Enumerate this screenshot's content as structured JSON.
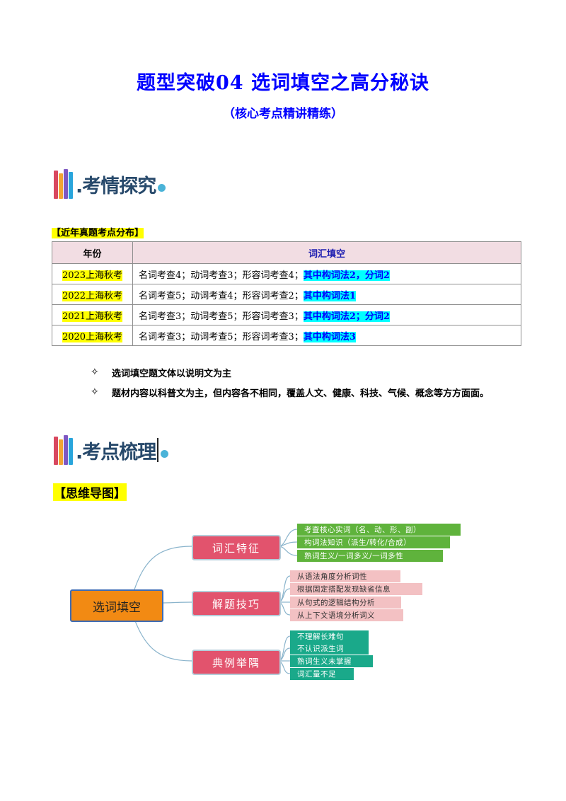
{
  "header": {
    "title": "题型突破04  选词填空之高分秘诀",
    "subtitle": "（核心考点精讲精练）"
  },
  "section1": {
    "heading": ".考情探究",
    "table_label": "【近年真题考点分布】",
    "columns": [
      "年份",
      "词汇填空"
    ],
    "rows": [
      {
        "year": "2023上海秋考",
        "plain": "名词考查4；动词考查3；形容词考查4；",
        "highlight": "其中构词法2，分词2"
      },
      {
        "year": "2022上海秋考",
        "plain": "名词考查5；动词考查4；形容词考查2；",
        "highlight": "其中构词法1"
      },
      {
        "year": "2021上海秋考",
        "plain": "名词考查3；动词考查5；形容词考查3；",
        "highlight": "其中构词法2；分词2"
      },
      {
        "year": "2020上海秋考",
        "plain": "名词考查3；动词考查5；形容词考查3；",
        "highlight": "其中构词法3"
      }
    ],
    "bullets": [
      "选词填空题文体以说明文为主",
      "题材内容以科普文为主，但内容各不相同，覆盖人文、健康、科技、气候、概念等方方面面。"
    ],
    "bullet_mark": "✧"
  },
  "section2": {
    "heading": ".考点梳理",
    "mindmap_label": "【思维导图】"
  },
  "mindmap": {
    "root": "选词填空",
    "branches": [
      {
        "label": "词汇特征",
        "leaves": [
          "考查核心实词（名、动、形、副）",
          "构词法知识（派生/转化/合成）",
          "熟词生义/一词多义/一词多性"
        ]
      },
      {
        "label": "解题技巧",
        "leaves": [
          "从语法角度分析词性",
          "根据固定搭配发现缺省信息",
          "从句式的逻辑结构分析",
          "从上下文语境分析词义"
        ]
      },
      {
        "label": "典例举隅",
        "leaves": [
          "不理解长难句",
          "不认识派生词",
          "熟词生义未掌握",
          "词汇量不足"
        ]
      }
    ]
  },
  "colors": {
    "title": "#0000ff",
    "root_fill": "#f28a13",
    "branch_fill": "#e2536d",
    "leaf_green": "#5fb33c",
    "leaf_pink": "#f3c1c3",
    "leaf_teal": "#1aa98a"
  }
}
